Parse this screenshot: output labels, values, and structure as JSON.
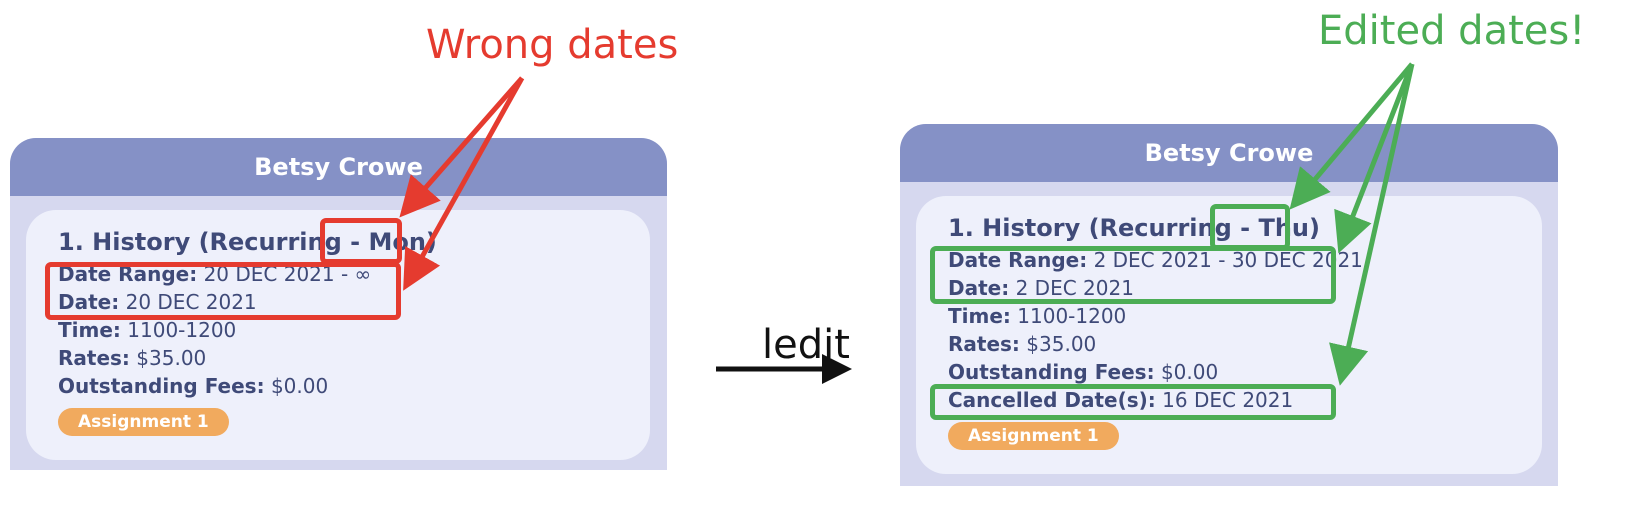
{
  "annotations": {
    "wrong": "Wrong dates",
    "edited": "Edited dates!",
    "command": "ledit"
  },
  "colors": {
    "wrong": "#e53b2f",
    "edited": "#4cad55",
    "header": "#8591c6",
    "card_bg": "#d6d8ef",
    "lesson_bg": "#eef0fb",
    "tag": "#f1aa5e",
    "text": "#3f4a78"
  },
  "before": {
    "name": "Betsy Crowe",
    "lesson": {
      "title_prefix": "1.  History (Recurring",
      "title_dash": " - ",
      "title_day": "Mon)",
      "date_range_label": "Date Range:",
      "date_range_value": "20 DEC 2021 - ∞",
      "date_label": "Date:",
      "date_value": "20 DEC 2021",
      "time_label": "Time:",
      "time_value": "1100-1200",
      "rates_label": "Rates:",
      "rates_value": "$35.00",
      "fees_label": "Outstanding Fees:",
      "fees_value": "$0.00",
      "tag": "Assignment 1"
    }
  },
  "after": {
    "name": "Betsy Crowe",
    "lesson": {
      "title_prefix": "1.  History (Recurring",
      "title_dash": " - ",
      "title_day": "Thu)",
      "date_range_label": "Date Range:",
      "date_range_value": "2 DEC 2021 - 30 DEC 2021",
      "date_label": "Date:",
      "date_value": "2 DEC 2021",
      "time_label": "Time:",
      "time_value": "1100-1200",
      "rates_label": "Rates:",
      "rates_value": "$35.00",
      "fees_label": "Outstanding Fees:",
      "fees_value": "$0.00",
      "cancelled_label": "Cancelled Date(s):",
      "cancelled_value": "16 DEC 2021",
      "tag": "Assignment 1"
    }
  }
}
